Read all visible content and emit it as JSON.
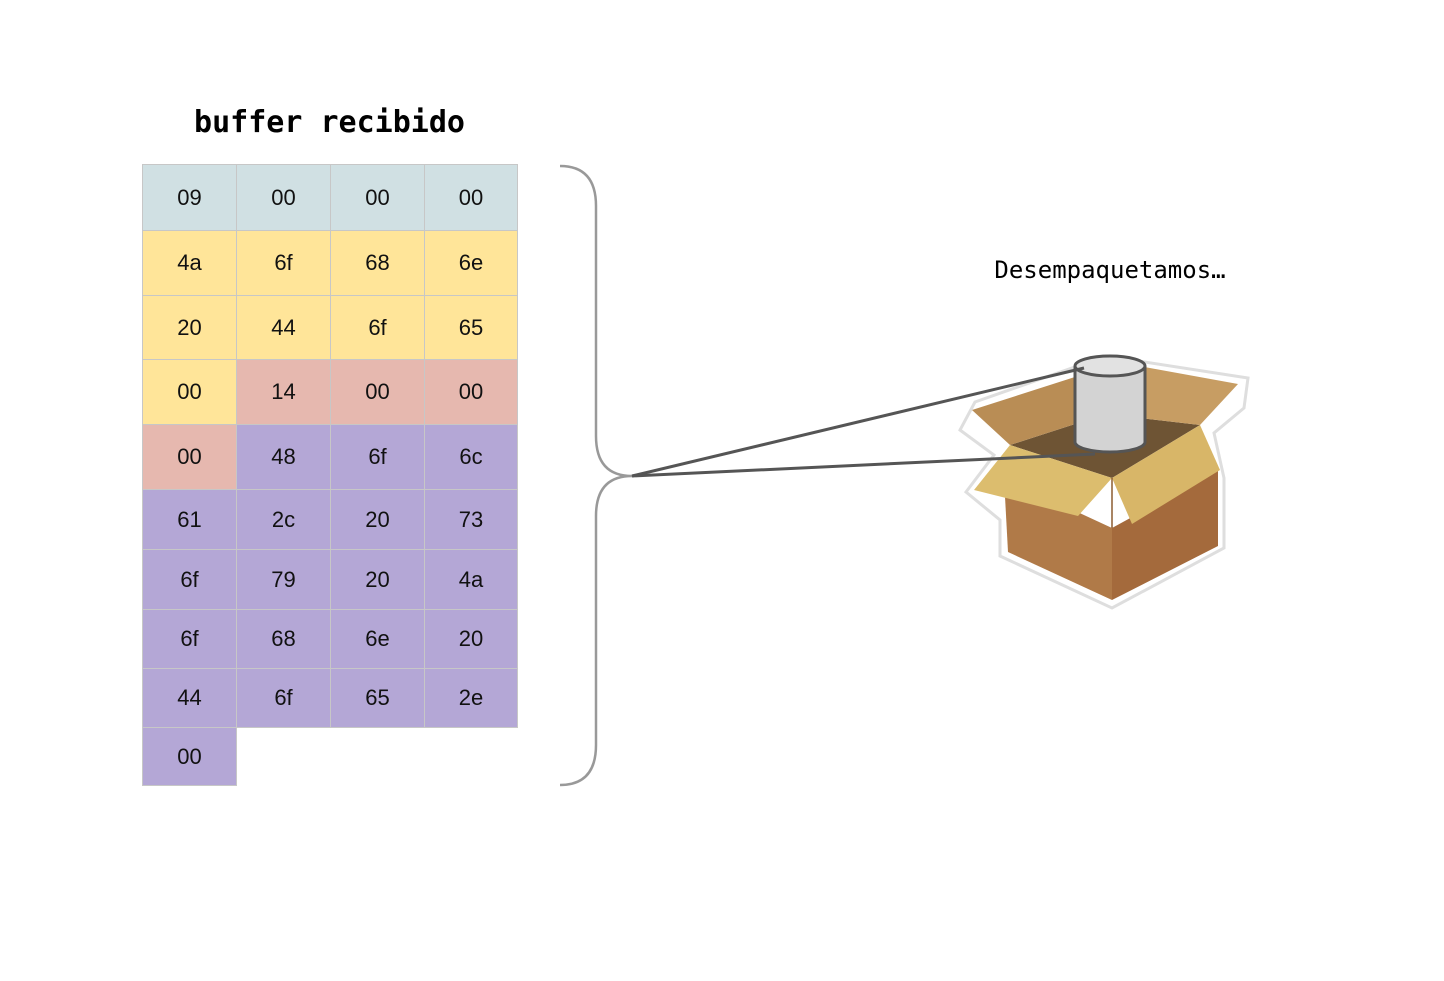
{
  "title": "buffer recibido",
  "unpack_label": "Desempaquetamos…",
  "colors": {
    "header": "#d0e0e3",
    "string_one": "#ffe599",
    "length": "#e6b8af",
    "string_two": "#b4a7d6",
    "cell_border": "#c7c7c7",
    "brace": "#999999",
    "line": "#555555"
  },
  "bytes": [
    {
      "value": "09",
      "group": "header"
    },
    {
      "value": "00",
      "group": "header"
    },
    {
      "value": "00",
      "group": "header"
    },
    {
      "value": "00",
      "group": "header"
    },
    {
      "value": "4a",
      "group": "string_one"
    },
    {
      "value": "6f",
      "group": "string_one"
    },
    {
      "value": "68",
      "group": "string_one"
    },
    {
      "value": "6e",
      "group": "string_one"
    },
    {
      "value": "20",
      "group": "string_one"
    },
    {
      "value": "44",
      "group": "string_one"
    },
    {
      "value": "6f",
      "group": "string_one"
    },
    {
      "value": "65",
      "group": "string_one"
    },
    {
      "value": "00",
      "group": "string_one"
    },
    {
      "value": "14",
      "group": "length"
    },
    {
      "value": "00",
      "group": "length"
    },
    {
      "value": "00",
      "group": "length"
    },
    {
      "value": "00",
      "group": "length"
    },
    {
      "value": "48",
      "group": "string_two"
    },
    {
      "value": "6f",
      "group": "string_two"
    },
    {
      "value": "6c",
      "group": "string_two"
    },
    {
      "value": "61",
      "group": "string_two"
    },
    {
      "value": "2c",
      "group": "string_two"
    },
    {
      "value": "20",
      "group": "string_two"
    },
    {
      "value": "73",
      "group": "string_two"
    },
    {
      "value": "6f",
      "group": "string_two"
    },
    {
      "value": "79",
      "group": "string_two"
    },
    {
      "value": "20",
      "group": "string_two"
    },
    {
      "value": "4a",
      "group": "string_two"
    },
    {
      "value": "6f",
      "group": "string_two"
    },
    {
      "value": "68",
      "group": "string_two"
    },
    {
      "value": "6e",
      "group": "string_two"
    },
    {
      "value": "20",
      "group": "string_two"
    },
    {
      "value": "44",
      "group": "string_two"
    },
    {
      "value": "6f",
      "group": "string_two"
    },
    {
      "value": "65",
      "group": "string_two"
    },
    {
      "value": "2e",
      "group": "string_two"
    },
    {
      "value": "00",
      "group": "string_two"
    }
  ],
  "icons": {
    "box": "open-box-icon",
    "cylinder": "cylinder-icon"
  }
}
